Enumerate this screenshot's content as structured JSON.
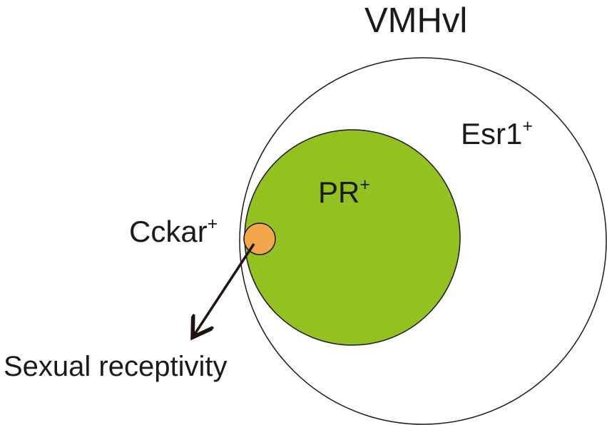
{
  "diagram": {
    "region_title": "VMHvl",
    "outer_population": {
      "base": "Esr1",
      "sup": "+"
    },
    "middle_population": {
      "base": "PR",
      "sup": "+"
    },
    "inner_population": {
      "base": "Cckar",
      "sup": "+"
    },
    "outcome_label": "Sexual receptivity"
  },
  "colors": {
    "outer_fill": "#ffffff",
    "outer_stroke": "#1a1a1a",
    "middle_fill": "#92c120",
    "middle_stroke": "#1a1a1a",
    "inner_fill": "#f4a74a",
    "inner_stroke": "#1a1a1a",
    "arrow": "#1f1410"
  }
}
